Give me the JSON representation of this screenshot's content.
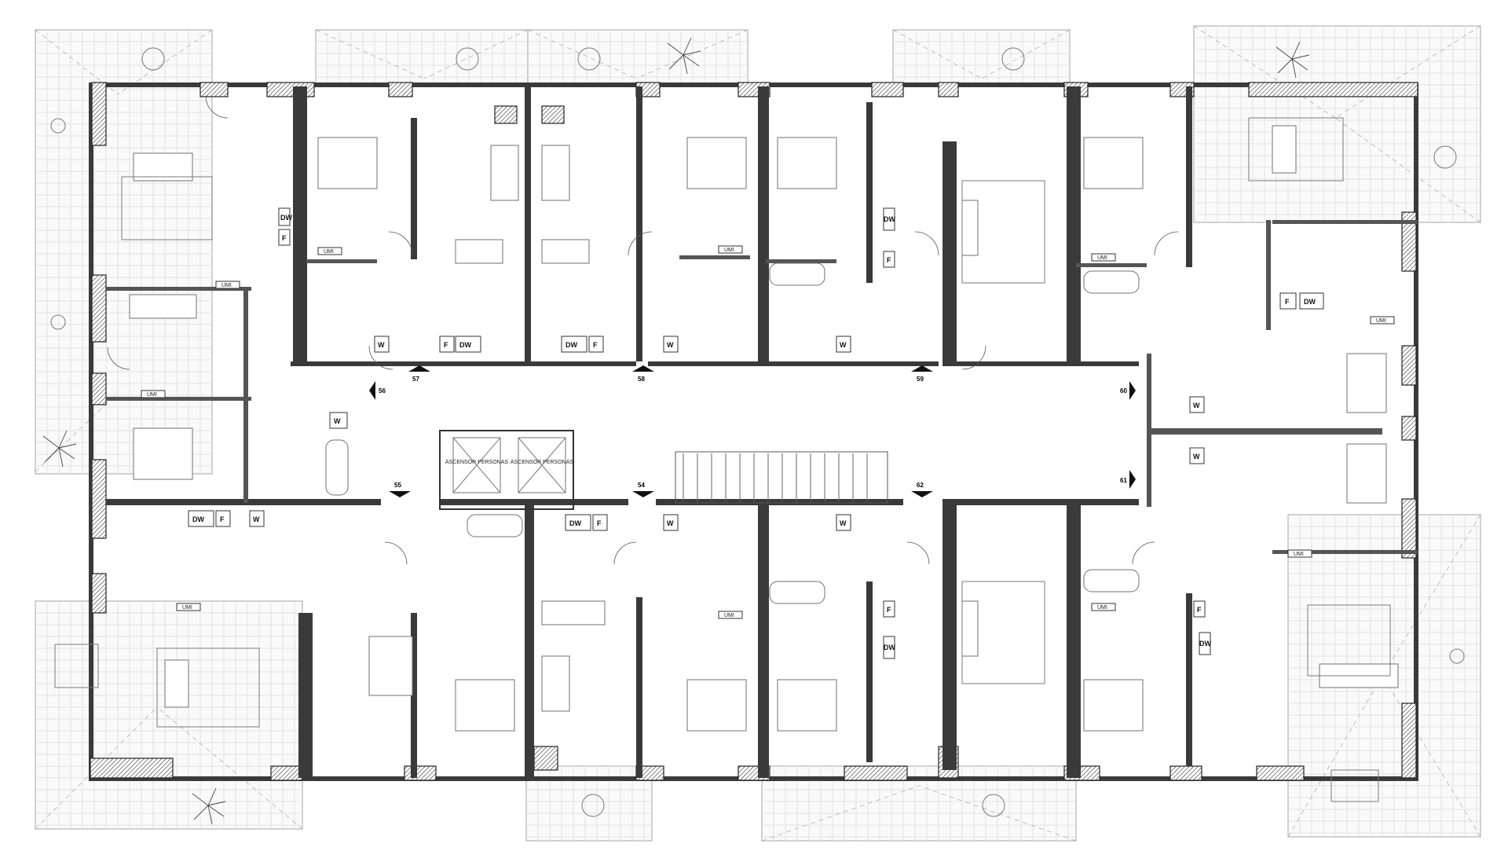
{
  "labels": {
    "washer": "W",
    "dishwasher": "DW",
    "fridge": "F",
    "heat_pump": "UMI",
    "lift": "ASCENSOR\nPERSONAS"
  },
  "unit_numbers": [
    "57",
    "58",
    "59",
    "60",
    "61",
    "62",
    "54",
    "55",
    "56"
  ],
  "colors": {
    "wall": "#3a3a3a",
    "terrace": "#fafafa",
    "grid": "#e3e3e3",
    "furniture": "#7a7a7a"
  }
}
